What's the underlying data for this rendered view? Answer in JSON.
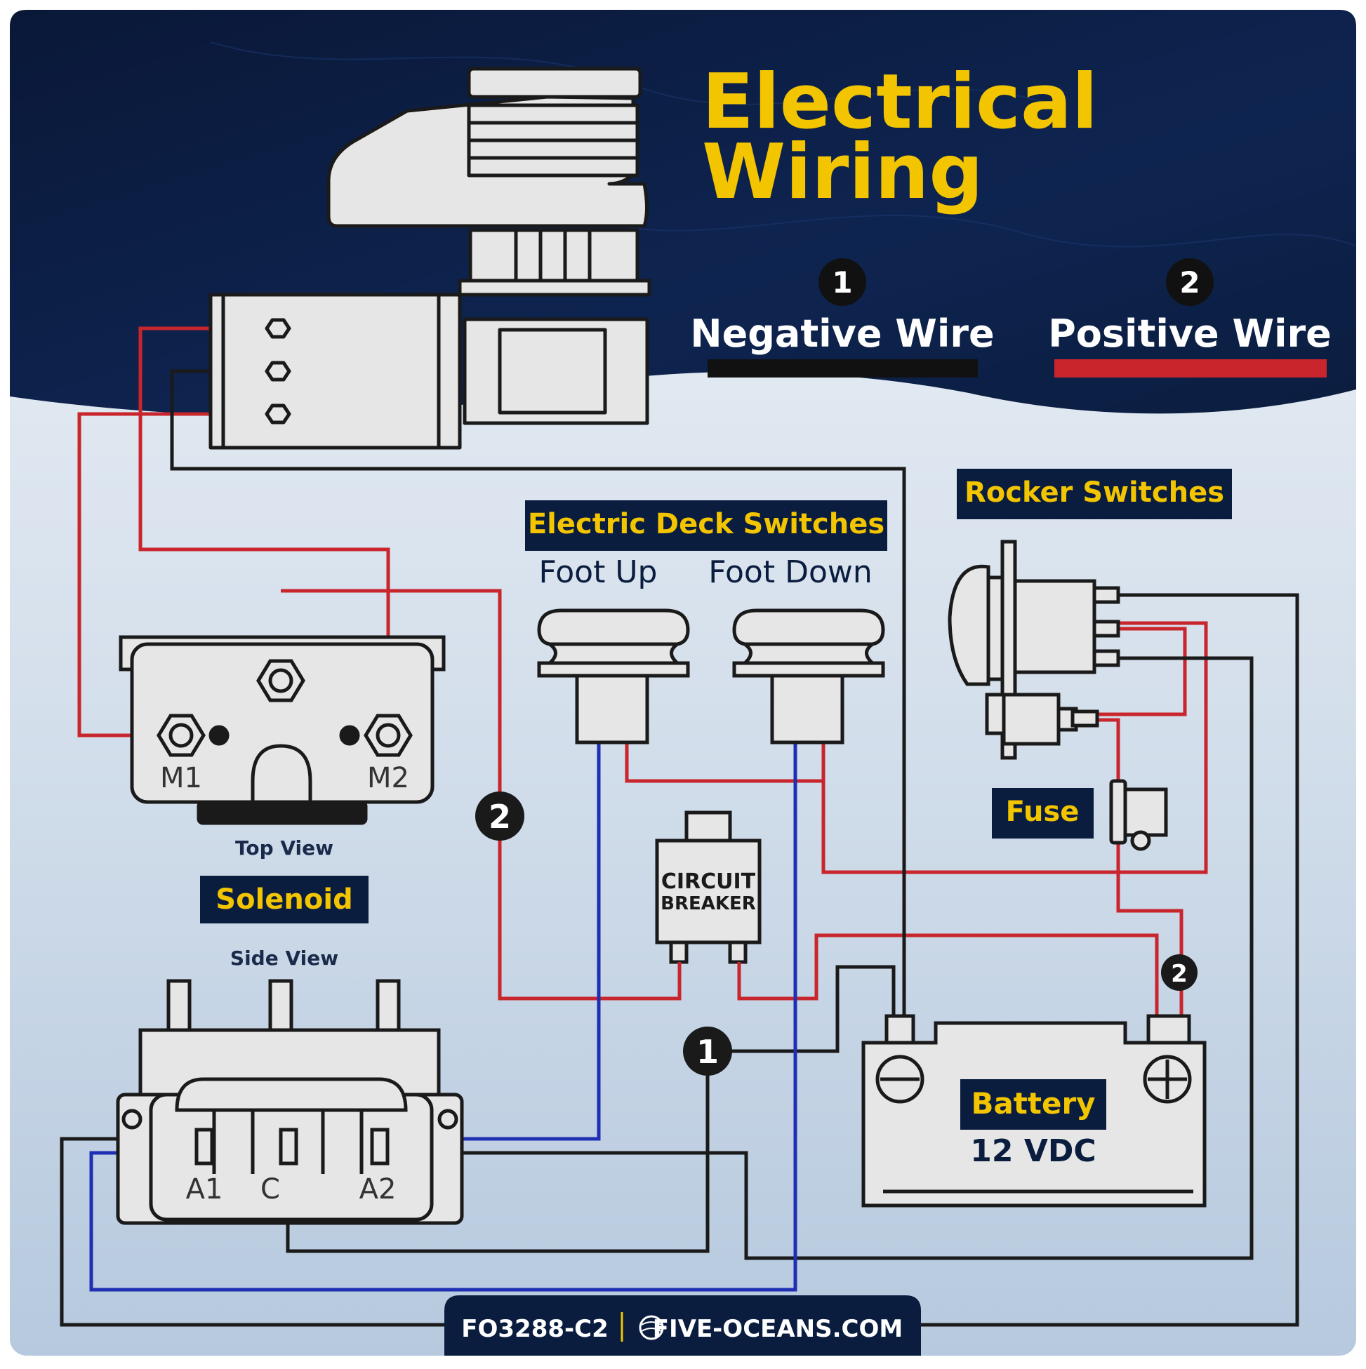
{
  "title": {
    "line1": "Electrical",
    "line2": "Wiring"
  },
  "legend": {
    "negative": {
      "number": "1",
      "label": "Negative Wire"
    },
    "positive": {
      "number": "2",
      "label": "Positive Wire"
    }
  },
  "labels": {
    "rocker_switches": "Rocker Switches",
    "deck_switches": "Electric Deck Switches",
    "foot_up": "Foot Up",
    "foot_down": "Foot Down",
    "solenoid": "Solenoid",
    "top_view": "Top View",
    "side_view": "Side View",
    "fuse": "Fuse",
    "circuit_breaker_1": "CIRCUIT",
    "circuit_breaker_2": "BREAKER",
    "battery": "Battery",
    "battery_voltage": "12 VDC",
    "m1": "M1",
    "m2": "M2",
    "a1": "A1",
    "c": "C",
    "a2": "A2"
  },
  "markers": {
    "positive_solenoid": "2",
    "negative_battery": "1",
    "positive_battery": "2"
  },
  "footer": {
    "code": "FO3288-C2",
    "site": "FIVE-OCEANS.COM"
  },
  "colors": {
    "navy": "#0b1d3f",
    "yellow": "#f2c500",
    "positive_wire": "#c8252c",
    "negative_wire": "#1a1a1a",
    "signal_wire": "#1f2fb3",
    "component_fill": "#e6e6e6"
  }
}
